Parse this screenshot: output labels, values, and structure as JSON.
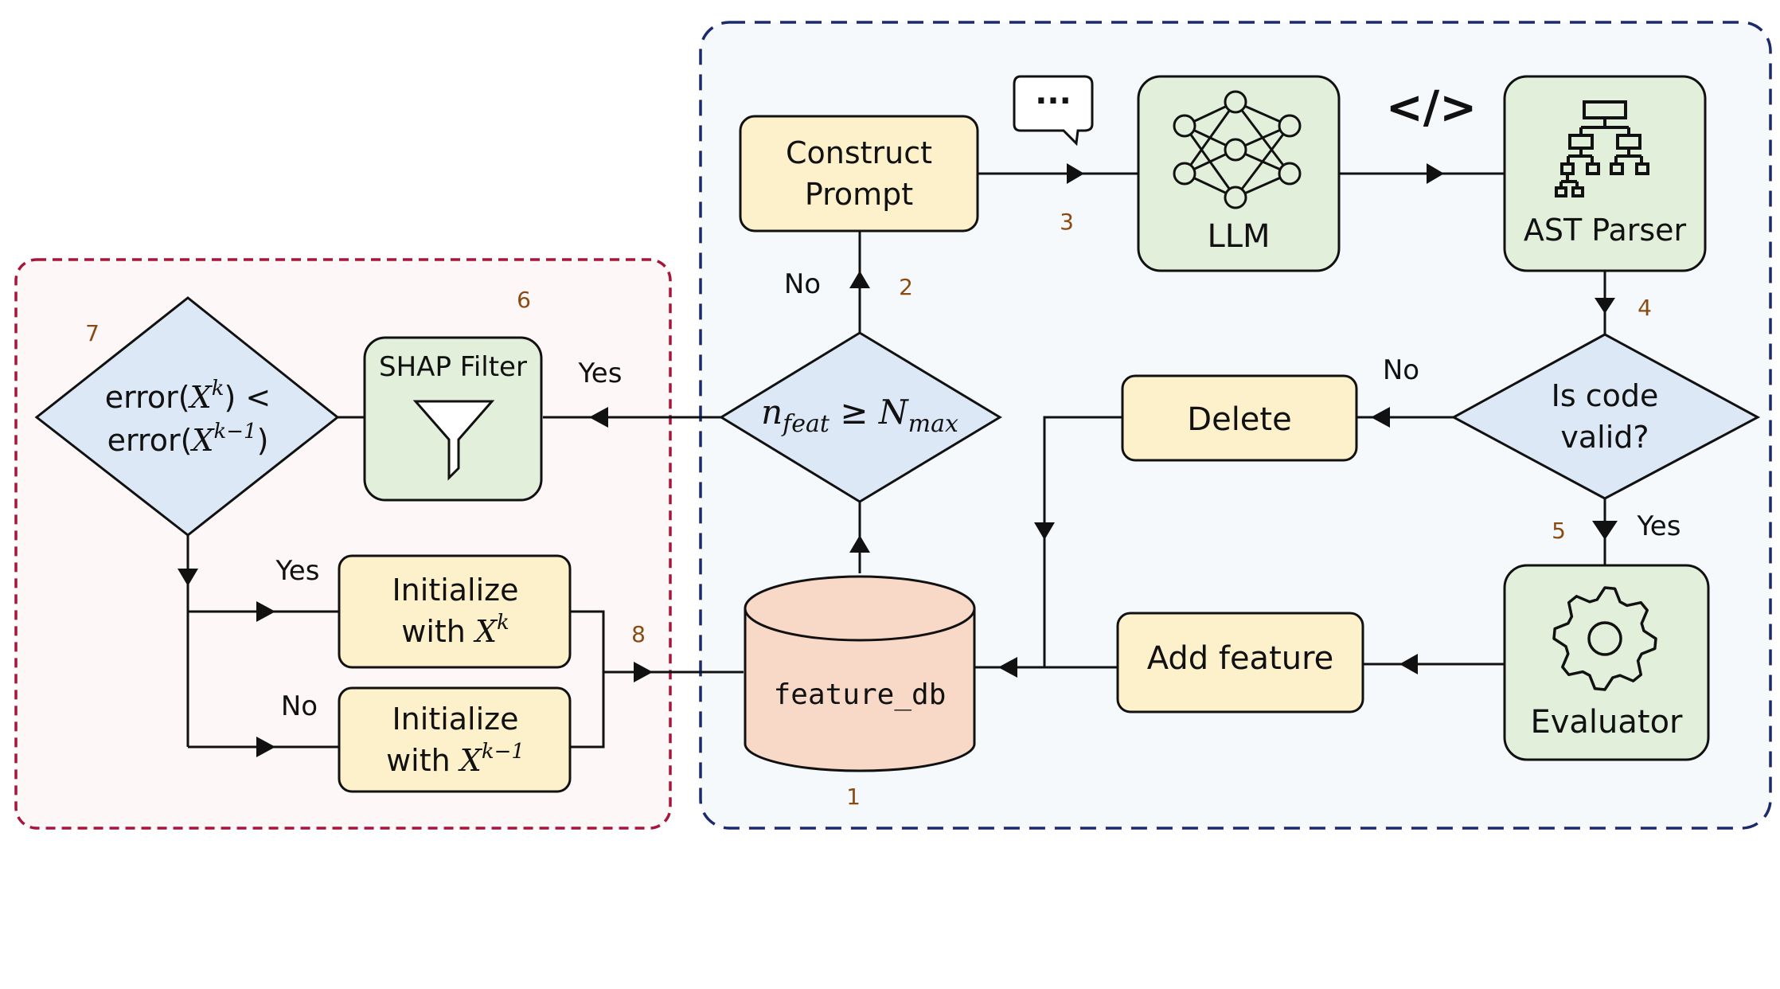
{
  "colors": {
    "yellow_box": "#fdf1cc",
    "green_box": "#e2efda",
    "blue_diamond": "#dce8f5",
    "db_fill": "#f8d9c8",
    "red_border": "#a6163a",
    "navy_border": "#1b2a6b",
    "left_panel_bg": "#fdf7f7",
    "right_panel_bg": "#f5f9fc"
  },
  "nodes": {
    "construct_prompt": {
      "line1": "Construct",
      "line2": "Prompt"
    },
    "llm": {
      "label": "LLM",
      "icon": "neural-network-icon"
    },
    "ast_parser": {
      "label": "AST Parser",
      "icon": "hierarchy-tree-icon"
    },
    "code_valid": {
      "line1": "Is code",
      "line2": "valid?"
    },
    "delete": {
      "label": "Delete"
    },
    "evaluator": {
      "label": "Evaluator",
      "icon": "gear-icon"
    },
    "add_feature": {
      "label": "Add feature"
    },
    "feature_db": {
      "label": "feature_db"
    },
    "nfeat_check": {
      "n": "n",
      "feat": "feat",
      "geq": " ≥ ",
      "N": "N",
      "max": "max"
    },
    "shap_filter": {
      "label": "SHAP Filter",
      "icon": "funnel-icon"
    },
    "error_check": {
      "err1": "error(",
      "x1": "X",
      "sup1": "k",
      "close1": ") <",
      "err2": "error(",
      "x2": "X",
      "sup2": "k−1",
      "close2": ")"
    },
    "init_k": {
      "line1": "Initialize",
      "line2a": "with ",
      "x": "X",
      "sup": "k"
    },
    "init_k1": {
      "line1": "Initialize",
      "line2a": "with ",
      "x": "X",
      "sup": "k−1"
    }
  },
  "edge_labels": {
    "no_prompt": "No",
    "yes_shap": "Yes",
    "no_delete": "No",
    "yes_eval": "Yes",
    "yes_init": "Yes",
    "no_init": "No"
  },
  "step_numbers": [
    "1",
    "2",
    "3",
    "4",
    "5",
    "6",
    "7",
    "8"
  ],
  "icons": {
    "chat": "chat-bubble-icon",
    "chat_text": "···",
    "code": "code-tag-icon",
    "code_text": "</>"
  }
}
